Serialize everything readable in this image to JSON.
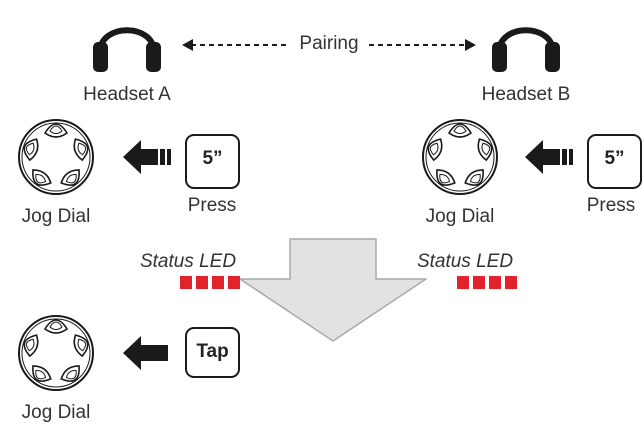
{
  "pairing_label": "Pairing",
  "headset_a": {
    "label": "Headset A"
  },
  "headset_b": {
    "label": "Headset B"
  },
  "step1": {
    "jog_dial_label": "Jog Dial",
    "press_duration": "5”",
    "press_label": "Press"
  },
  "step2": {
    "jog_dial_label": "Jog Dial",
    "press_duration": "5”",
    "press_label": "Press"
  },
  "status_left": {
    "label": "Status LED",
    "led_count": 4,
    "led_color": "#e0242a"
  },
  "status_right": {
    "label": "Status LED",
    "led_count": 4,
    "led_color": "#e0242a"
  },
  "step3": {
    "jog_dial_label": "Jog Dial",
    "tap_label": "Tap"
  },
  "colors": {
    "ink": "#1a1a1a",
    "label": "#333333",
    "big_arrow_fill": "#e2e2e2",
    "big_arrow_stroke": "#a9a9a9",
    "led": "#e0242a"
  }
}
